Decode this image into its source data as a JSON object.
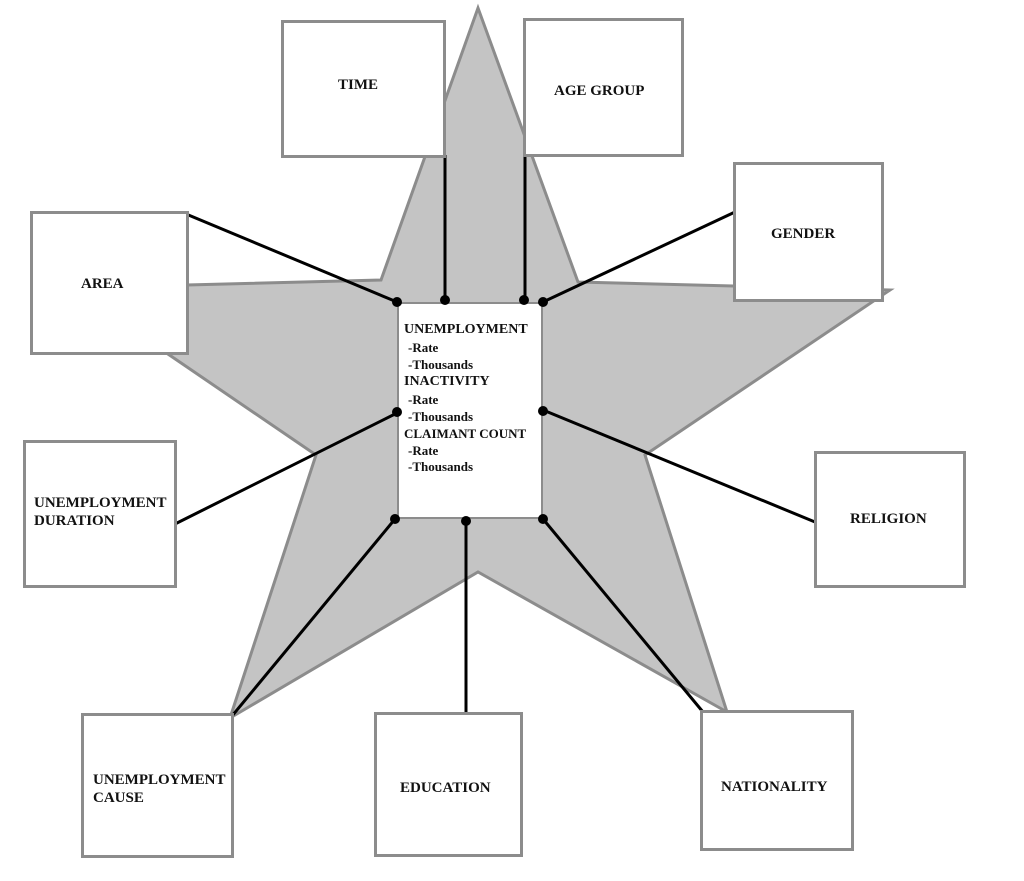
{
  "colors": {
    "star_fill": "#c4c4c4",
    "star_stroke": "#8c8c8c",
    "box_border": "#8c8c8c",
    "connector": "#000000"
  },
  "center": {
    "lines": [
      "UNEMPLOYMENT",
      "-Rate",
      "-Thousands",
      "INACTIVITY",
      "-Rate",
      "-Thousands",
      "CLAIMANT COUNT",
      "-Rate",
      "-Thousands"
    ]
  },
  "dimensions": {
    "time": "TIME",
    "age_group": "AGE GROUP",
    "gender": "GENDER",
    "area": "AREA",
    "religion": "RELIGION",
    "unemployment_duration": [
      "UNEMPLOYMENT",
      "DURATION"
    ],
    "unemployment_cause": [
      "UNEMPLOYMENT",
      "CAUSE"
    ],
    "education": "EDUCATION",
    "nationality": "NATIONALITY"
  }
}
